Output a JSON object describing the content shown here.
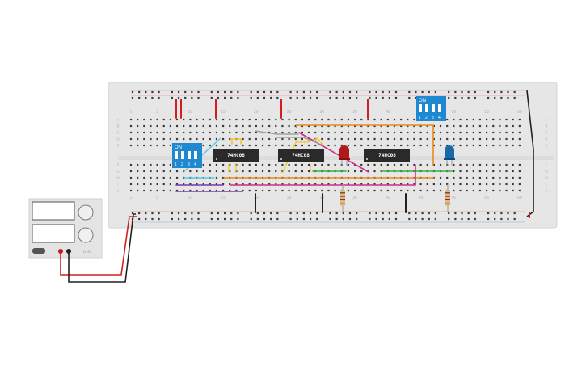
{
  "breadboard": {
    "column_numbers": [
      "1",
      "5",
      "10",
      "15",
      "20",
      "25",
      "30",
      "35",
      "40",
      "45",
      "50",
      "55",
      "60"
    ],
    "row_letters_top": [
      "A",
      "B",
      "C",
      "D",
      "E"
    ],
    "row_letters_bottom": [
      "F",
      "G",
      "H",
      "I",
      "J"
    ]
  },
  "chips": [
    {
      "label": "74HC08"
    },
    {
      "label": "74HC08"
    },
    {
      "label": "74HC08"
    }
  ],
  "dip_switches": [
    {
      "on_label": "ON",
      "numbers": [
        "1",
        "2",
        "3",
        "4"
      ]
    },
    {
      "on_label": "ON",
      "numbers": [
        "1",
        "2",
        "3",
        "4"
      ]
    }
  ],
  "leds": [
    {
      "color": "#b01a1a"
    },
    {
      "color": "#1a6aa8"
    }
  ],
  "power_supply": {
    "label": "Dc-5V"
  },
  "colors": {
    "board": "#e8e8e8",
    "chip": "#2a2a2a",
    "dip": "#1e88d0",
    "wire_red": "#d01f1f",
    "wire_black": "#222222",
    "wire_orange": "#e98a1c",
    "wire_yellow": "#f2c614",
    "wire_green": "#3ab03a",
    "wire_purple": "#7a3aa8",
    "wire_magenta": "#d02f8a",
    "wire_cyan": "#5ac8e6",
    "wire_gray": "#a0a0a0"
  }
}
